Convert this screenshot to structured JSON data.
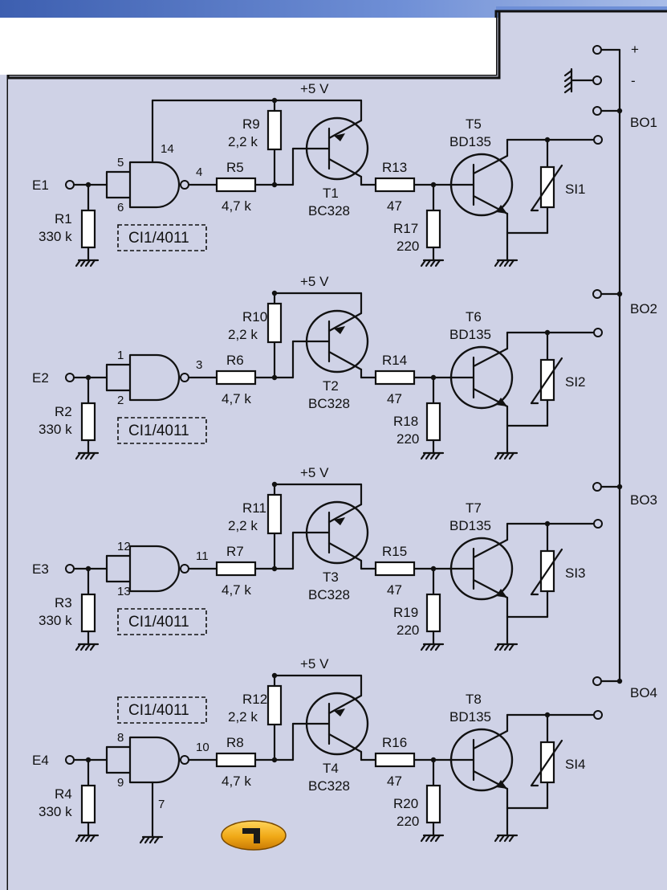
{
  "colors": {
    "panel": "#cfd2e6",
    "top_band": "#4a68b6",
    "white_area": "#ffffff",
    "ink": "#111111",
    "badge": "#f0a816"
  },
  "supply": {
    "plus": "+",
    "minus": "-"
  },
  "badge_icon": "number-1-badge",
  "stages": [
    {
      "input": "E1",
      "output": "BO1",
      "vcc": "+5 V",
      "ic": "CI1/4011",
      "pin_a": "5",
      "pin_b": "6",
      "pin_out": "4",
      "pin_vdd": "14",
      "pin_vss": "",
      "r_in": "R1",
      "r_in_val": "330 k",
      "r_base": "R5",
      "r_base_val": "4,7 k",
      "r_pull": "R9",
      "r_pull_val": "2,2 k",
      "r_coll": "R13",
      "r_coll_val": "47",
      "r_gnd": "R17",
      "r_gnd_val": "220",
      "pnp": "T1",
      "pnp_type": "BC328",
      "npn": "T5",
      "npn_type": "BD135",
      "load": "SI1"
    },
    {
      "input": "E2",
      "output": "BO2",
      "vcc": "+5 V",
      "ic": "CI1/4011",
      "pin_a": "1",
      "pin_b": "2",
      "pin_out": "3",
      "pin_vdd": "",
      "pin_vss": "",
      "r_in": "R2",
      "r_in_val": "330 k",
      "r_base": "R6",
      "r_base_val": "4,7 k",
      "r_pull": "R10",
      "r_pull_val": "2,2 k",
      "r_coll": "R14",
      "r_coll_val": "47",
      "r_gnd": "R18",
      "r_gnd_val": "220",
      "pnp": "T2",
      "pnp_type": "BC328",
      "npn": "T6",
      "npn_type": "BD135",
      "load": "SI2"
    },
    {
      "input": "E3",
      "output": "BO3",
      "vcc": "+5 V",
      "ic": "CI1/4011",
      "pin_a": "12",
      "pin_b": "13",
      "pin_out": "11",
      "pin_vdd": "",
      "pin_vss": "",
      "r_in": "R3",
      "r_in_val": "330 k",
      "r_base": "R7",
      "r_base_val": "4,7 k",
      "r_pull": "R11",
      "r_pull_val": "2,2 k",
      "r_coll": "R15",
      "r_coll_val": "47",
      "r_gnd": "R19",
      "r_gnd_val": "220",
      "pnp": "T3",
      "pnp_type": "BC328",
      "npn": "T7",
      "npn_type": "BD135",
      "load": "SI3"
    },
    {
      "input": "E4",
      "output": "BO4",
      "vcc": "+5 V",
      "ic": "CI1/4011",
      "pin_a": "8",
      "pin_b": "9",
      "pin_out": "10",
      "pin_vdd": "",
      "pin_vss": "7",
      "r_in": "R4",
      "r_in_val": "330 k",
      "r_base": "R8",
      "r_base_val": "4,7 k",
      "r_pull": "R12",
      "r_pull_val": "2,2 k",
      "r_coll": "R16",
      "r_coll_val": "47",
      "r_gnd": "R20",
      "r_gnd_val": "220",
      "pnp": "T4",
      "pnp_type": "BC328",
      "npn": "T8",
      "npn_type": "BD135",
      "load": "SI4"
    }
  ]
}
